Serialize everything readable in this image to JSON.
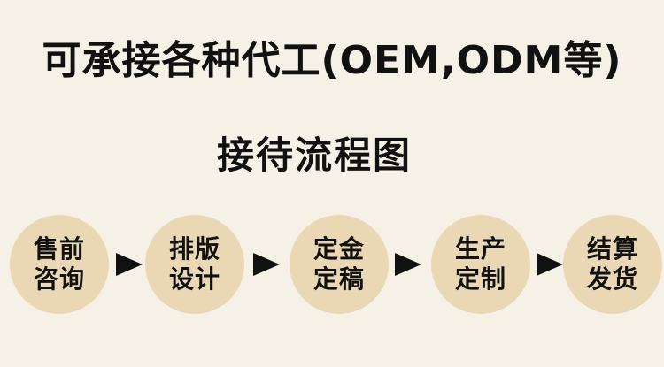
{
  "headline": "可承接各种代工(OEM,ODM等)",
  "subtitle": "接待流程图",
  "steps": [
    {
      "line1": "售前",
      "line2": "咨询"
    },
    {
      "line1": "排版",
      "line2": "设计"
    },
    {
      "line1": "定金",
      "line2": "定稿"
    },
    {
      "line1": "生产",
      "line2": "定制"
    },
    {
      "line1": "结算",
      "line2": "发货"
    }
  ],
  "colors": {
    "background": "#f6f1e7",
    "step_circle": "#ead8b4",
    "text": "#111111",
    "arrow": "#111111"
  },
  "icons": {
    "connector": "right-arrow-icon"
  }
}
